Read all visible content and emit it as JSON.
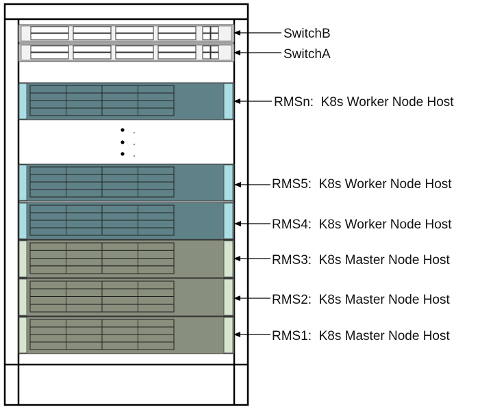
{
  "colors": {
    "worker_body": "#5f8288",
    "worker_bezel": "#aadde4",
    "master_body": "#888f7c",
    "master_bezel": "#d6e4d0",
    "switch_body": "#c0c0c0",
    "rack_line": "#000000"
  },
  "devices": [
    {
      "id": "switchB",
      "kind": "switch",
      "label": "SwitchB"
    },
    {
      "id": "switchA",
      "kind": "switch",
      "label": "SwitchA"
    },
    {
      "id": "rmsn",
      "kind": "worker",
      "label": "RMSn:  K8s Worker Node Host"
    },
    {
      "id": "rms5",
      "kind": "worker",
      "label": "RMS5:  K8s Worker Node Host"
    },
    {
      "id": "rms4",
      "kind": "worker",
      "label": "RMS4:  K8s Worker Node Host"
    },
    {
      "id": "rms3",
      "kind": "master",
      "label": "RMS3:  K8s Master Node Host"
    },
    {
      "id": "rms2",
      "kind": "master",
      "label": "RMS2:  K8s Master Node Host"
    },
    {
      "id": "rms1",
      "kind": "master",
      "label": "RMS1:  K8s Master Node Host"
    }
  ],
  "ellipsis_icon": "vertical-dots-icon"
}
